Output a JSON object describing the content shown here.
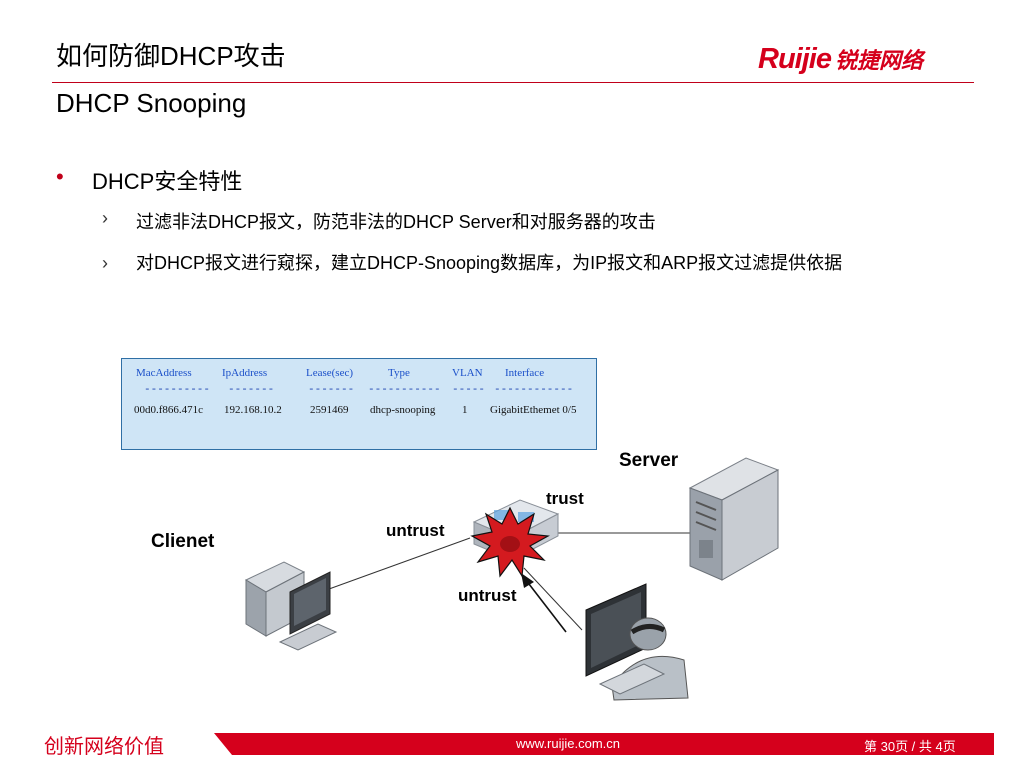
{
  "slide": {
    "title": "如何防御DHCP攻击",
    "subtitle": "DHCP Snooping"
  },
  "logo": {
    "brand_en": "Ruijie",
    "brand_cn": "锐捷网络",
    "color": "#d5001c"
  },
  "content": {
    "bullet": "DHCP安全特性",
    "bullet_symbol": "•",
    "sub_symbol": "›",
    "subs": [
      "过滤非法DHCP报文，防范非法的DHCP Server和对服务器的攻击",
      "对DHCP报文进行窥探，建立DHCP-Snooping数据库，为IP报文和ARP报文过滤提供依据"
    ]
  },
  "binding_table": {
    "headers": [
      "MacAddress",
      "IpAddress",
      "Lease(sec)",
      "Type",
      "VLAN",
      "Interface"
    ],
    "separators": [
      "----------",
      "-------",
      "-------",
      "-----------",
      "-----",
      "------------"
    ],
    "rows": [
      [
        "00d0.f866.471c",
        "192.168.10.2",
        "2591469",
        "dhcp-snooping",
        "1",
        "GigabitEthemet 0/5"
      ]
    ]
  },
  "diagram": {
    "server_label": "Server",
    "trust_label": "trust",
    "untrust_left_label": "untrust",
    "client_label": "Clienet",
    "untrust_bottom_label": "untrust",
    "icons": [
      "server-tower-icon",
      "switch-icon",
      "attack-burst-icon",
      "client-pc-icon",
      "attacker-pc-icon"
    ]
  },
  "footer": {
    "slogan": "创新网络价值",
    "url": "www.ruijie.com.cn",
    "page": "第 30页 / 共 4页",
    "accent": "#d5001c"
  }
}
